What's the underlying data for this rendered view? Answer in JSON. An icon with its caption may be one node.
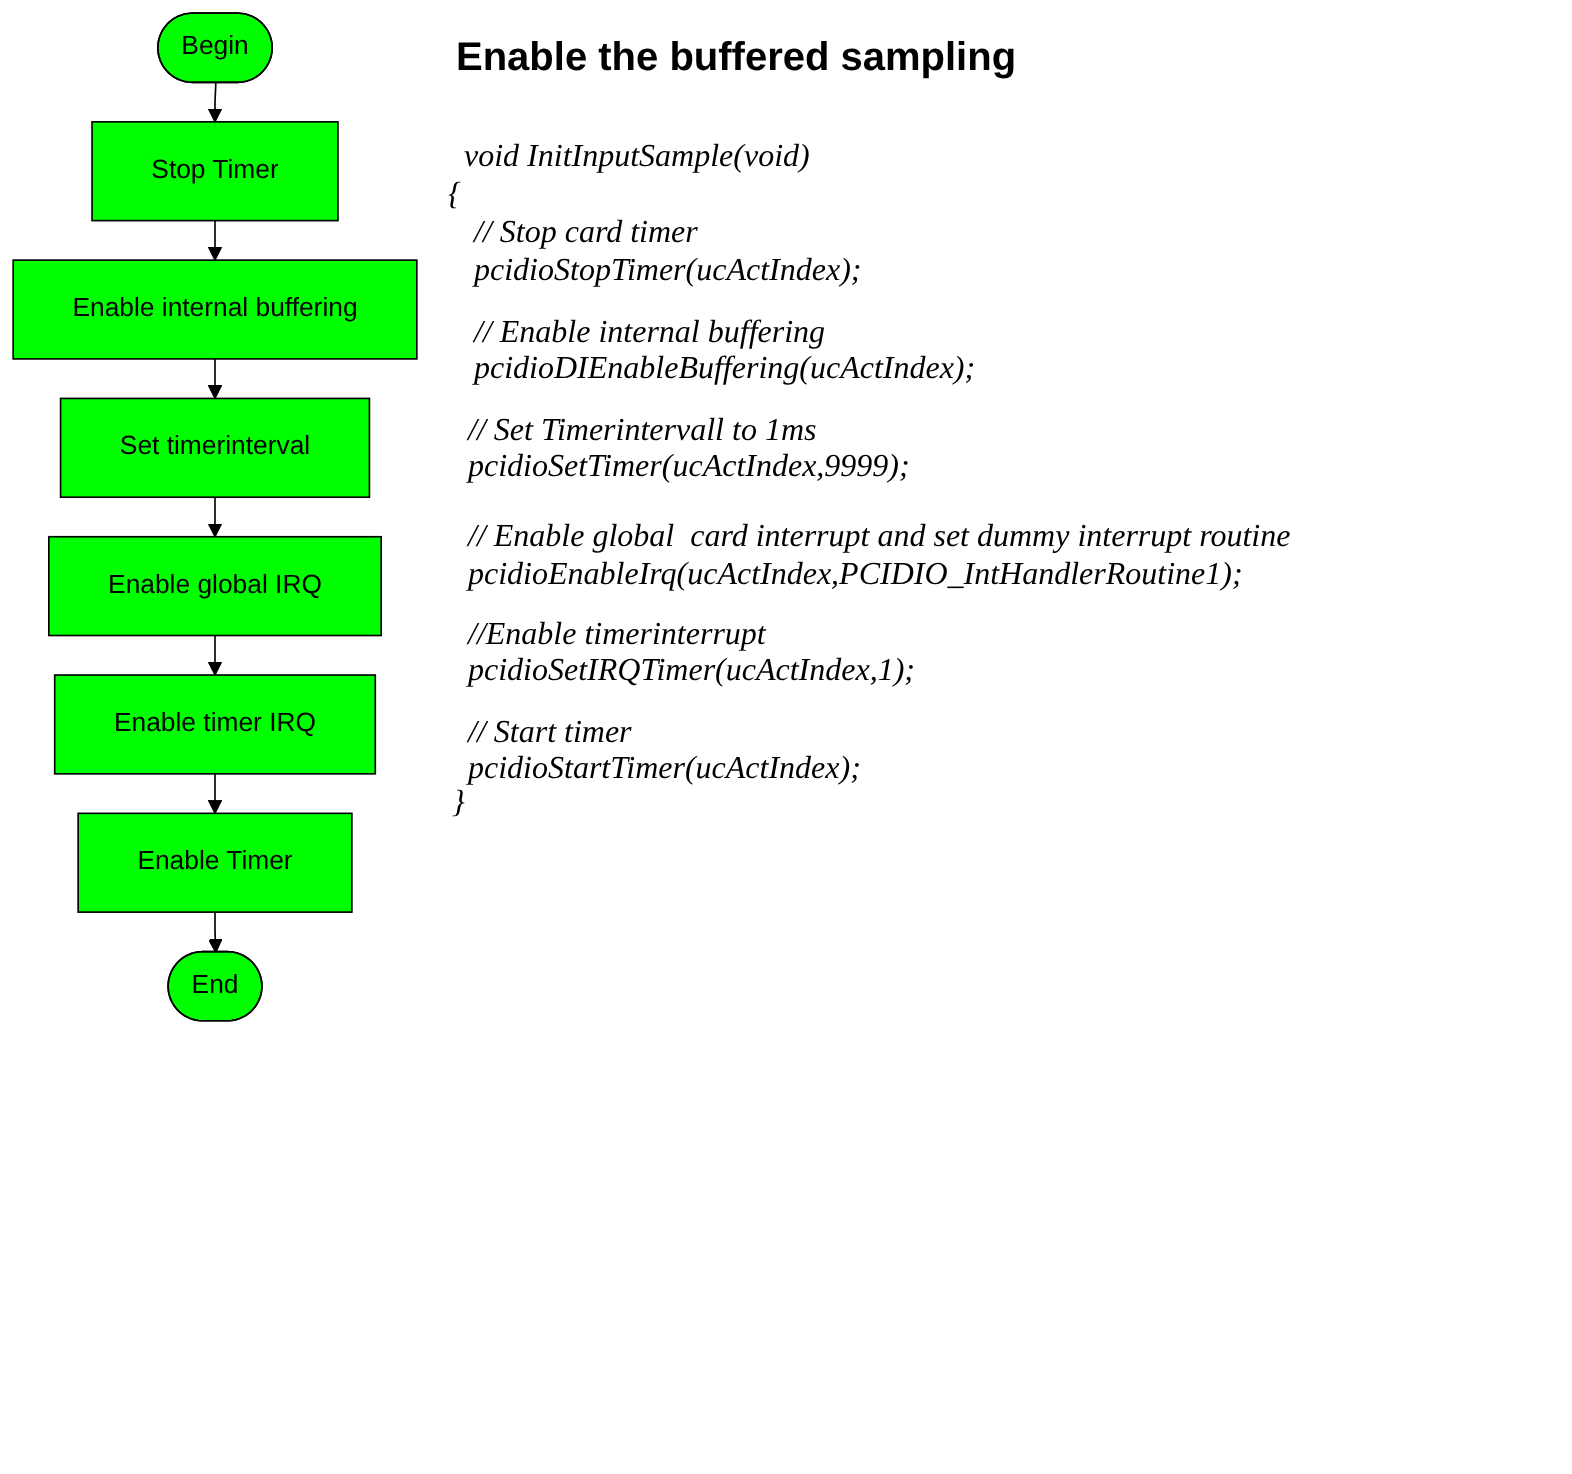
{
  "diagram": {
    "title": "Enable the buffered sampling",
    "nodes": [
      {
        "text": [
          "Begin"
        ]
      },
      {
        "text": [
          "Stop Timer"
        ]
      },
      {
        "text": [
          "Enable internal buffering"
        ]
      },
      {
        "text": [
          "Set timerinterval"
        ]
      },
      {
        "text": [
          "Enable global IRQ"
        ]
      },
      {
        "text": [
          "Enable timer IRQ"
        ]
      },
      {
        "text": [
          "Enable Timer"
        ]
      },
      {
        "text": [
          "End"
        ]
      }
    ],
    "edges": [
      {
        "from": 0,
        "to": 1,
        "arrow": "to"
      },
      {
        "from": 1,
        "to": 2,
        "arrow": "to"
      },
      {
        "from": 2,
        "to": 3,
        "arrow": "to"
      },
      {
        "from": 3,
        "to": 4,
        "arrow": "to"
      },
      {
        "from": 4,
        "to": 5,
        "arrow": "to"
      },
      {
        "from": 5,
        "to": 6,
        "arrow": "to"
      },
      {
        "from": 6,
        "to": 7,
        "arrow": "to"
      }
    ],
    "labels": [
      "void InitInputSample(void)",
      "{",
      "// Stop card timer",
      "pcidioStopTimer(ucActIndex);",
      "// Enable internal buffering",
      "pcidioDIEnableBuffering(ucActIndex);",
      "// Set Timerintervall to 1ms",
      "pcidioSetTimer(ucActIndex,9999);",
      "// Enable global  card interrupt and set dummy interrupt routine",
      "pcidioEnableIrq(ucActIndex,PCIDIO_IntHandlerRoutine1);",
      "//Enable timerinterrupt",
      "pcidioSetIRQTimer(ucActIndex,1);",
      "// Start timer",
      "pcidioStartTimer(ucActIndex);",
      "}"
    ]
  }
}
